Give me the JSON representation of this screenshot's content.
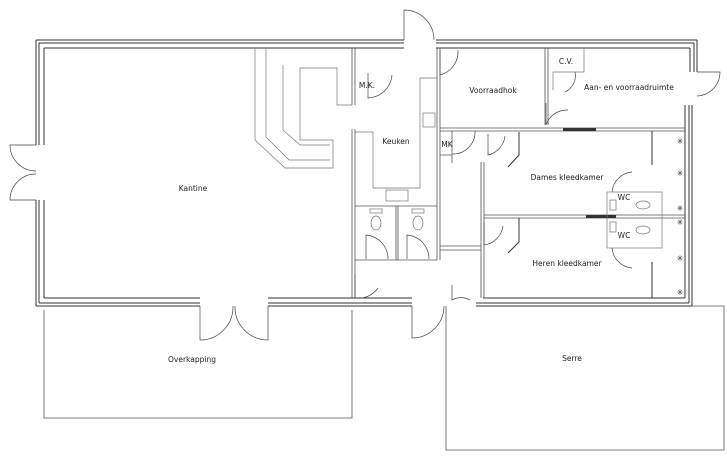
{
  "rooms": {
    "kantine": "Kantine",
    "keuken": "Keuken",
    "mk_kitchen": "M.K.",
    "mk_corridor": "MK",
    "voorraadhok": "Voorraadhok",
    "cv": "C.V.",
    "aan_voorraad": "Aan- en voorraadruimte",
    "dames": "Dames kleedkamer",
    "heren": "Heren kleedkamer",
    "wc_dames": "WC",
    "wc_heren": "WC",
    "overkapping": "Overkapping",
    "serre": "Serre"
  },
  "shower_symbol": "✳"
}
